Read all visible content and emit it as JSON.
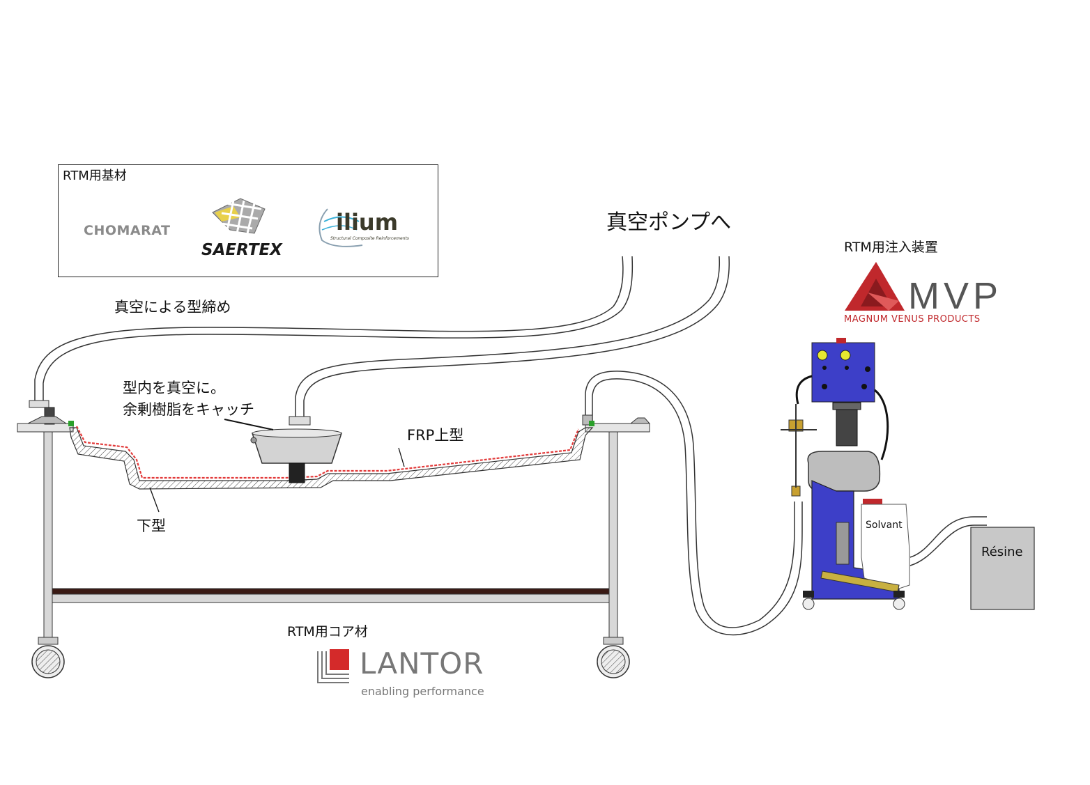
{
  "supplier_box": {
    "title": "RTM用基材",
    "logos": [
      "CHOMARAT",
      "SAERTEX",
      "ilium",
      "Structural Composite Reinforcements"
    ]
  },
  "labels": {
    "vacuum_pump": "真空ポンプへ",
    "vacuum_clamp": "真空による型締め",
    "catch_pot_line1": "型内を真空に。",
    "catch_pot_line2": "余剰樹脂をキャッチ",
    "upper_mold": "FRP上型",
    "lower_mold": "下型",
    "core_material": "RTM用コア材",
    "injection_machine": "RTM用注入装置",
    "solvent": "Solvant",
    "resin": "Résine"
  },
  "brands": {
    "mvp_main": "MVP",
    "mvp_sub": "MAGNUM VENUS PRODUCTS",
    "lantor_main": "LANTOR",
    "lantor_sub": "enabling performance"
  },
  "colors": {
    "machine_blue": "#3d3fc8",
    "resin_red": "#e23a3a",
    "mvp_red": "#c0282c",
    "lantor_red": "#d42a2a",
    "gauge_yellow": "#e8e830",
    "green_fitting": "#2aa02a"
  }
}
